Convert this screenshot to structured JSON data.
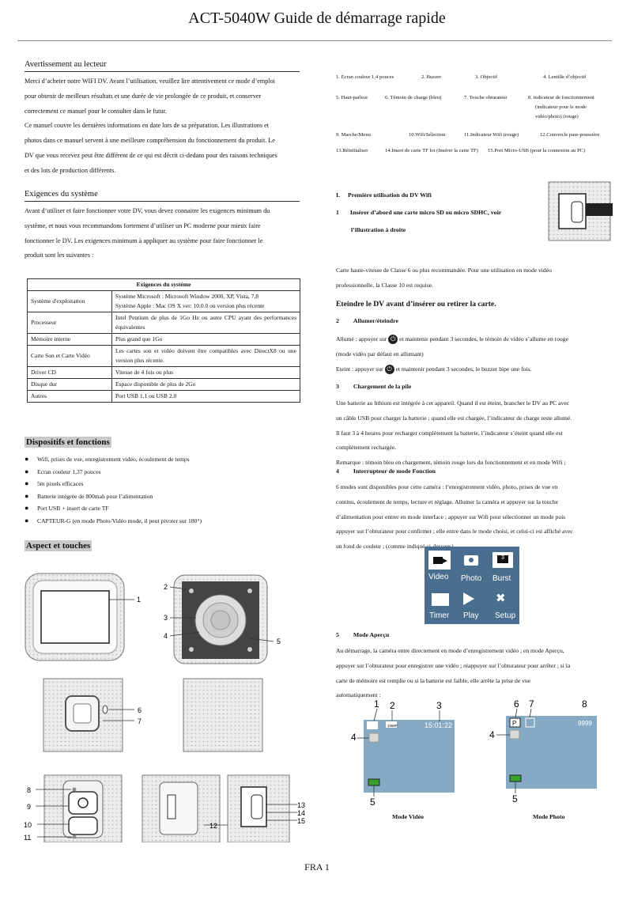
{
  "title": "ACT-5040W Guide de démarrage rapide",
  "left": {
    "warning_h": "Avertissement au lecteur",
    "warning_lines": [
      "Merci d’acheter notre WIFI DV. Avant l’utilisation, veuillez lire attentivement ce mode d’emploi",
      "pour obtenir de meilleurs résultats et une durée de vie prolongée de ce produit, et conserver",
      "correctement ce manuel pour le consulter dans le futur.",
      "Ce manuel couvre les dernières informations en date lors de sa préparation. Les illustrations et",
      "photos dans ce manuel servent à une meilleure compréhension du fonctionnement du produit. Le",
      "DV que vous recevez peut être différent de ce qui est décrit ci-dedans pour des raisons techniques",
      "et des lots de production différents."
    ],
    "req_h": "Exigences du système",
    "req_lines": [
      "Avant d’utiliser et faire fonctionner votre DV, vous devez connaitre les exigences minimum du",
      "système, et nous vous recommandons fortement d’utiliser un PC moderne pour mieux faire",
      "fonctionner le DV. Les exigences minimum à appliquer au système pour faire fonctionner le",
      "produit sont les suivantes :"
    ],
    "table": {
      "header": "Exigences du système",
      "rows": [
        {
          "k": "Système d'exploitation",
          "v": [
            "Système Microsoft : Microsoft Window 2000, XP, Vista, 7,8",
            "Système Apple : Mac OS X ver: 10.0.0 ou version plus récente"
          ]
        },
        {
          "k": "Processeur",
          "v": [
            "Intel Pentium de plus de 1Go Hz ou autre CPU ayant des performances équivalentes"
          ]
        },
        {
          "k": "Mémoire interne",
          "v": [
            "Plus grand que 1Go"
          ]
        },
        {
          "k": "Carte Son et Carte Vidéo",
          "v": [
            "Les cartes son et vidéo doivent être compatibles avec DirectX8 ou une version plus récente."
          ]
        },
        {
          "k": "Driver CD",
          "v": [
            "Vitesse de 4 fois ou plus"
          ]
        },
        {
          "k": "Disque dur",
          "v": [
            "Espace disponible de plus de 2Go"
          ]
        },
        {
          "k": "Autres",
          "v": [
            "Port USB 1.1 ou USB 2.0"
          ]
        }
      ]
    },
    "devices_h": "Dispositifs et fonctions",
    "bullets": [
      "Wifi, prises de vue, enregistrement vidéo, écoulement de temps",
      "Ecran couleur 1,37 pouces",
      "5m pixels efficaces",
      "Batterie intégrée de 800mah pour l’alimentation",
      "Port USB + insert de carte TF",
      "CAPTEUR-G (en mode Photo/Vidéo mode, il peut pivoter sur 180°)"
    ],
    "aspect_h": "Aspect et touches",
    "callouts": [
      "1",
      "2",
      "3",
      "4",
      "5",
      "6",
      "7",
      "8",
      "9",
      "10",
      "11",
      "12",
      "13",
      "14",
      "15"
    ]
  },
  "right": {
    "parts": [
      [
        "1.  Ecran couleur 1,4 pouces",
        "2.  Buzzer",
        "3.  Objectif",
        "4.  Lentille d’objectif"
      ],
      [
        "5.  Haut-parleur",
        "6.  Témoin de charge (bleu)",
        "7.  Touche obturateur",
        "8.  indicateur de fonctionnement"
      ],
      [
        "(indicateur pour le mode"
      ],
      [
        "vidéo/photo) (rouge)"
      ],
      [
        "9.  Marche/Menu",
        "10.Wifi/Sélection",
        "11.Indicateur Wifi (rouge)",
        "12.Couvercle pare-poussière"
      ],
      [
        "13.Réinitialiser",
        "14.Insert de carte TF lot (Insérer la carte TF)",
        "15.Port Micro-USB (pour la connexion au PC)"
      ]
    ],
    "s1_num": "I.",
    "s1_title": "Première utilisation du DV Wifi",
    "s1_1_num": "1",
    "s1_1_text": "Insérer d’abord une carte micro SD ou micro SDHC, voir",
    "s1_1_text2": "l’illustration à droite",
    "card_lines": [
      "Carte haute-vitesse de Classe 6 ou plus recommandée. Pour une utilisation en mode vidéo",
      "professionnelle, la Classe 10 est requise."
    ],
    "eteindre": "Eteindre le DV avant d’insérer ou retirer la carte.",
    "s2_num": "2",
    "s2_title": "Allumer/éteindre",
    "s2_a1": "Allumé : appuyer sur",
    "s2_a2": "et maintenir pendant 3 secondes, le témoin de vidéo s’allume en rouge",
    "s2_a3": "(mode vidéo par défaut en allumant)",
    "s2_b1": "Eteint : appuyer sur",
    "s2_b2": "et maintenir pendant 3 secondes, le buzzer bipe une fois.",
    "s3_num": "3",
    "s3_title": "Chargement de la pile",
    "s3_lines": [
      "Une batterie au lithium est intégrée à cet appareil. Quand il est éteint, brancher le DV au PC avec",
      "un câble USB pour charger la batterie ; quand elle est chargée, l’indicateur de charge reste allumé.",
      "Il faut 3 à 4 heures pour recharger complètement la batterie, l’indicateur s’éteint quand elle est",
      "complètement rechargée.",
      "Remarque : témoin bleu en chargement, témoin rouge lors du fonctionnement et en mode Wifi ;"
    ],
    "s4_num": "4",
    "s4_title": "Interrupteur de mode Fonction",
    "s4_lines": [
      "6 modes sont disponibles pour cette caméra : l’enregistrement vidéo, photo, prises de vue en",
      "continu, écoulement de temps, lecture et réglage. Allumer la caméra et appuyer sur la touche",
      "d’alimentation pour entrer en mode interface ; appuyer sur Wifi pour sélectionner un mode puis",
      "appuyer sur l’obturateur pour confirmer ; elle entre dans le mode choisi, et celui-ci est affiché avec",
      "un fond de couleur ; (comme indiqué ci-dessous)"
    ],
    "modes": [
      "Video",
      "Photo",
      "Burst",
      "Timer",
      "Play",
      "Setup"
    ],
    "s5_num": "5",
    "s5_title": "Mode Aperçu",
    "s5_lines": [
      "Au démarrage, la caméra entre directement en mode d’enregistrement vidéo ; en mode Aperçu,",
      "appuyer sur l’obturateur pour enregistrer une vidéo ; réappuyer sur l’obturateur pour arrêter ; si la",
      "carte de mémoire est remplie ou si la batterie est faible, elle arrête la prise de vue",
      "automatiquement :"
    ],
    "video_screen": {
      "time": "15:01:22",
      "res": "1080P",
      "labels": [
        "1",
        "2",
        "3",
        "4",
        "5"
      ],
      "caption": "Mode Vidéo"
    },
    "photo_screen": {
      "count": "9999",
      "mode": "P",
      "labels": [
        "6",
        "7",
        "8",
        "4",
        "5"
      ],
      "caption": "Mode Photo"
    }
  },
  "footer": "FRA 1",
  "colors": {
    "screen_bg": "#86a9c4",
    "menu_bg": "#4a6f8e",
    "battery": "#3aa02c"
  }
}
